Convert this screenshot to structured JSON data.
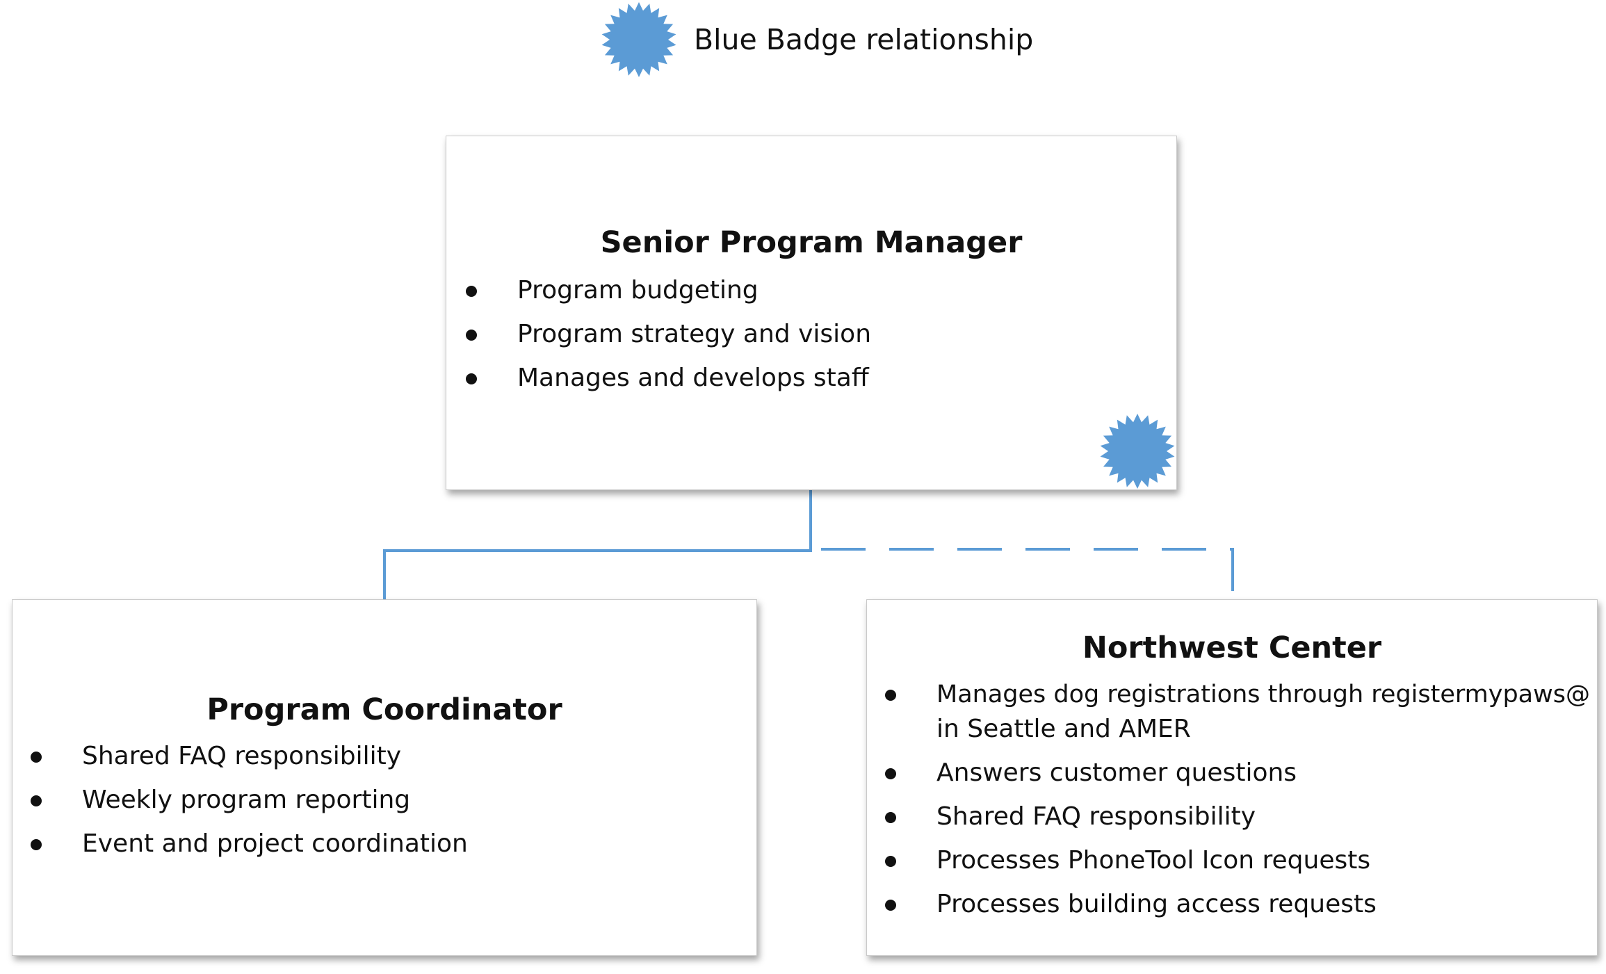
{
  "legend": {
    "label": "Blue Badge relationship",
    "icon": "blue-badge-icon",
    "badge_color": "#5b9bd5"
  },
  "colors": {
    "connector": "#5b9bd5",
    "box_border": "#c9c9c9"
  },
  "boxes": {
    "senior": {
      "title": "Senior Program Manager",
      "items": [
        "Program budgeting",
        "Program strategy and vision",
        "Manages and develops staff"
      ],
      "badge": "blue-badge-icon"
    },
    "coordinator": {
      "title": "Program Coordinator",
      "items": [
        "Shared FAQ responsibility",
        "Weekly program reporting",
        "Event and project coordination"
      ]
    },
    "northwest": {
      "title": "Northwest Center",
      "items": [
        "Manages dog registrations through registermypaws@",
        "in Seattle and AMER",
        "Answers customer questions",
        "Shared FAQ responsibility",
        "Processes PhoneTool Icon requests",
        "Processes building access requests"
      ]
    }
  },
  "connectors": {
    "coordinator_link": "solid",
    "northwest_link": "dashed"
  }
}
